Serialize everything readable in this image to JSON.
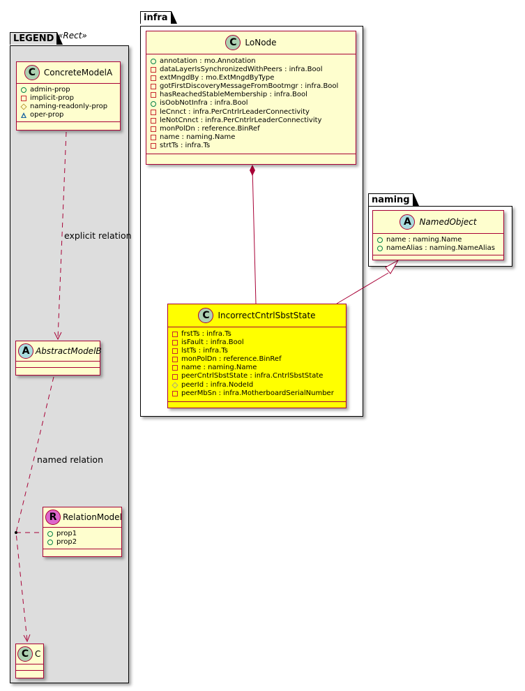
{
  "packages": {
    "legend": {
      "name": "LEGEND",
      "stereotype": "«Rect»"
    },
    "infra": {
      "name": "infra"
    },
    "naming": {
      "name": "naming"
    }
  },
  "classes": {
    "concrete_model_a": {
      "kind": "C",
      "name": "ConcreteModelA",
      "attributes": [
        {
          "visibility": "public",
          "text": "admin-prop"
        },
        {
          "visibility": "private",
          "text": "implicit-prop"
        },
        {
          "visibility": "protected",
          "text": "naming-readonly-prop"
        },
        {
          "visibility": "package",
          "text": "oper-prop"
        }
      ]
    },
    "abstract_model_b": {
      "kind": "A",
      "name": "AbstractModelB"
    },
    "relation_model": {
      "kind": "R",
      "name": "RelationModel",
      "attributes": [
        {
          "visibility": "public",
          "text": "prop1"
        },
        {
          "visibility": "public",
          "text": "prop2"
        }
      ]
    },
    "c": {
      "kind": "C",
      "name": "C"
    },
    "lo_node": {
      "kind": "C",
      "name": "LoNode",
      "attributes": [
        {
          "visibility": "public",
          "text": "annotation : mo.Annotation"
        },
        {
          "visibility": "private",
          "text": "dataLayerIsSynchronizedWithPeers : infra.Bool"
        },
        {
          "visibility": "private",
          "text": "extMngdBy : mo.ExtMngdByType"
        },
        {
          "visibility": "private",
          "text": "gotFirstDiscoveryMessageFromBootmgr : infra.Bool"
        },
        {
          "visibility": "private",
          "text": "hasReachedStableMembership : infra.Bool"
        },
        {
          "visibility": "public",
          "text": "isOobNotInfra : infra.Bool"
        },
        {
          "visibility": "private",
          "text": "leCnnct : infra.PerCntrlrLeaderConnectivity"
        },
        {
          "visibility": "private",
          "text": "leNotCnnct : infra.PerCntrlrLeaderConnectivity"
        },
        {
          "visibility": "private",
          "text": "monPolDn : reference.BinRef"
        },
        {
          "visibility": "private",
          "text": "name : naming.Name"
        },
        {
          "visibility": "private",
          "text": "strtTs : infra.Ts"
        }
      ]
    },
    "incorrect_cntrl_sbst_state": {
      "kind": "C",
      "name": "IncorrectCntrlSbstState",
      "attributes": [
        {
          "visibility": "private",
          "text": "frstTs : infra.Ts"
        },
        {
          "visibility": "private",
          "text": "isFault : infra.Bool"
        },
        {
          "visibility": "private",
          "text": "lstTs : infra.Ts"
        },
        {
          "visibility": "private",
          "text": "monPolDn : reference.BinRef"
        },
        {
          "visibility": "private",
          "text": "name : naming.Name"
        },
        {
          "visibility": "private",
          "text": "peerCntrlSbstState : infra.CntrlSbstState"
        },
        {
          "visibility": "protected",
          "text": "peerId : infra.NodeId"
        },
        {
          "visibility": "private",
          "text": "peerMbSn : infra.MotherboardSerialNumber"
        }
      ]
    },
    "named_object": {
      "kind": "A",
      "name": "NamedObject",
      "attributes": [
        {
          "visibility": "public",
          "text": "name : naming.Name"
        },
        {
          "visibility": "public",
          "text": "nameAlias : naming.NameAlias"
        }
      ]
    }
  },
  "relations": {
    "explicit": {
      "label": "explicit relation",
      "from": "ConcreteModelA",
      "to": "AbstractModelB",
      "type": "dependency"
    },
    "named": {
      "label": "named relation",
      "from": "AbstractModelB",
      "to": "C",
      "type": "dependency",
      "association_class": "RelationModel"
    },
    "composition": {
      "from": "LoNode",
      "to": "IncorrectCntrlSbstState",
      "type": "composition"
    },
    "inheritance": {
      "from": "IncorrectCntrlSbstState",
      "to": "NamedObject",
      "type": "generalization"
    }
  },
  "colors": {
    "class_fill": "#fefece",
    "highlight_fill": "#ffff00",
    "border": "#a80036",
    "legend_bg": "#dddddd"
  }
}
